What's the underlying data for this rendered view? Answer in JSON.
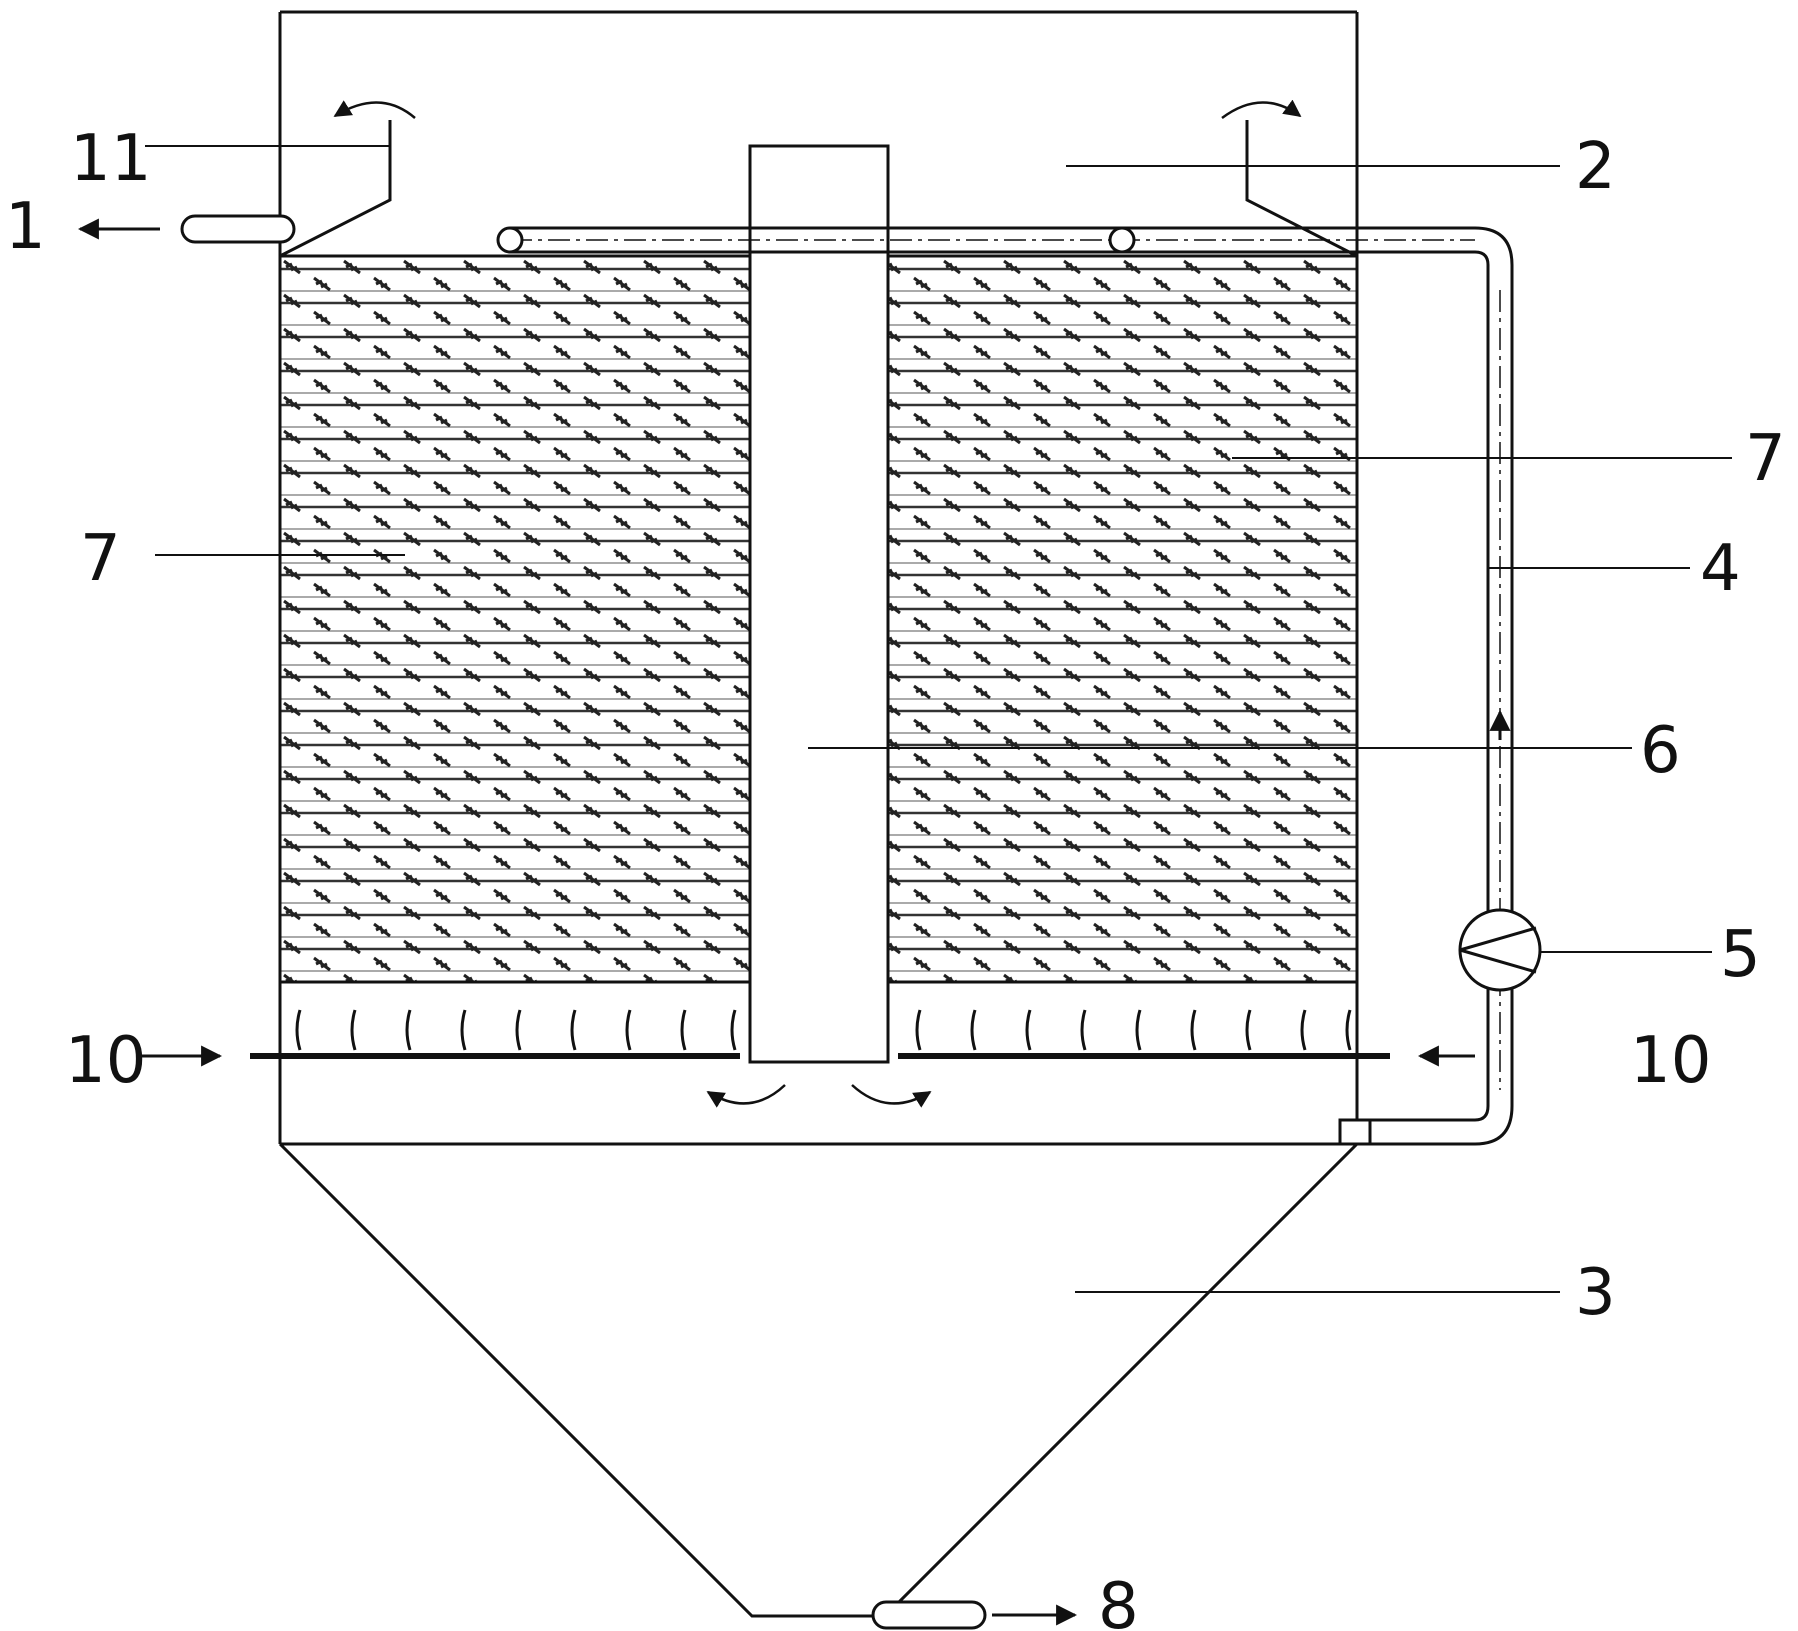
{
  "labels": {
    "l1": "1",
    "l2": "2",
    "l3": "3",
    "l4": "4",
    "l5": "5",
    "l6": "6",
    "l7a": "7",
    "l7b": "7",
    "l8": "8",
    "l10a": "10",
    "l10b": "10",
    "l11": "11"
  },
  "colors": {
    "line": "#111111",
    "media": "#333333",
    "background": "#ffffff"
  }
}
